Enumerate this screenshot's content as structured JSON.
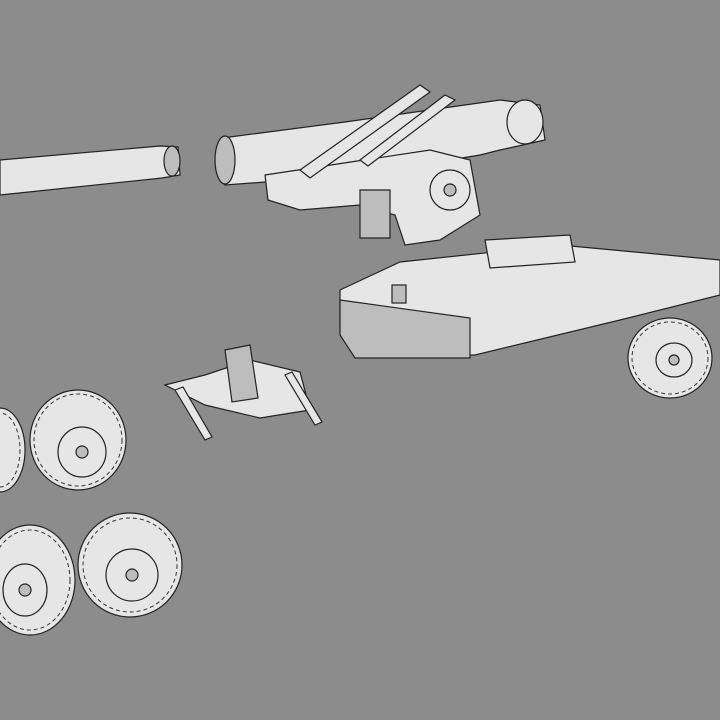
{
  "colors": {
    "background": "#8c8c8c",
    "part_fill": "#e6e6e6",
    "part_shade": "#bdbdbd",
    "outline": "#222222"
  },
  "parts": [
    {
      "name": "gun-barrel"
    },
    {
      "name": "cradle-and-recoil-mechanism"
    },
    {
      "name": "carriage-trail"
    },
    {
      "name": "carriage-wheel"
    },
    {
      "name": "front-axle-bogie"
    },
    {
      "name": "loose-wheel",
      "count": 4
    }
  ]
}
